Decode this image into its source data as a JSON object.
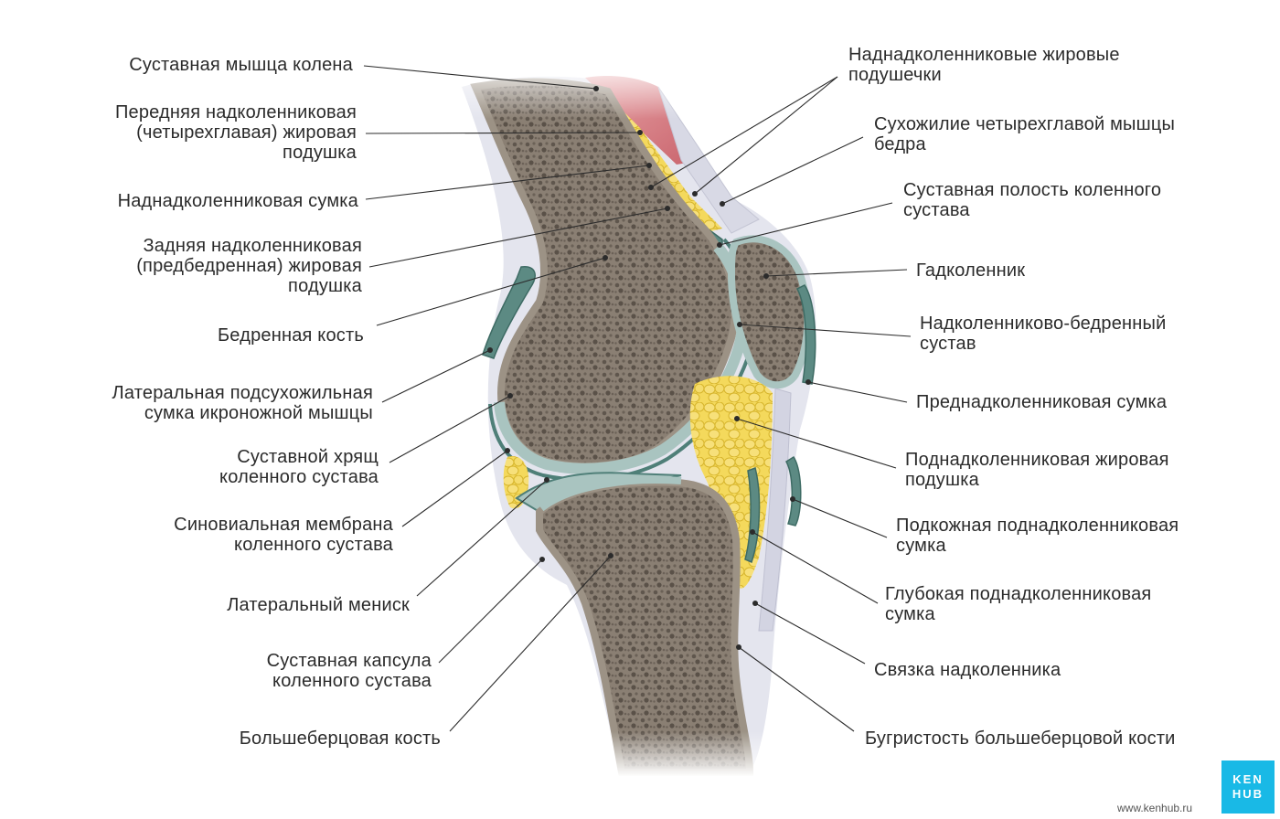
{
  "labels": {
    "left": [
      "Суставная мышца колена",
      "Передняя надколенниковая\n(четырехглавая) жировая\nподушка",
      "Наднадколенниковая сумка",
      "Задняя надколенниковая\n(предбедренная) жировая\nподушка",
      "Бедренная кость",
      "Латеральная подсухожильная\nсумка икроножной мышцы",
      "Суставной хрящ\nколенного сустава",
      "Синовиальная мембрана\nколенного сустава",
      "Латеральный мениск",
      "Суставная капсула\nколенного сустава",
      "Большеберцовая кость"
    ],
    "right": [
      "Наднадколенниковые жировые\nподушечки",
      "Сухожилие четырехглавой мышцы\nбедра",
      "Суставная полость коленного\nсустава",
      "Гадколенник",
      "Надколенниково-бедренный\nсустав",
      "Преднадколенниковая сумка",
      "Поднадколенниковая жировая\nподушка",
      "Подкожная поднадколенниковая\nсумка",
      "Глубокая поднадколенниковая\nсумка",
      "Связка надколенника",
      "Бугристость большеберцовой кости"
    ]
  },
  "brand": {
    "logo_line1": "KEN",
    "logo_line2": "HUB",
    "site": "www.kenhub.ru",
    "color": "#19b9e6"
  },
  "colors": {
    "bone_cortex": "#8f8578",
    "bone_spongy": "#7d7266",
    "cartilage": "#a9c4c0",
    "synovial": "#4f7f78",
    "fat": "#f3d24a",
    "muscle": "#d9848a",
    "ligament": "#dcdde6"
  }
}
